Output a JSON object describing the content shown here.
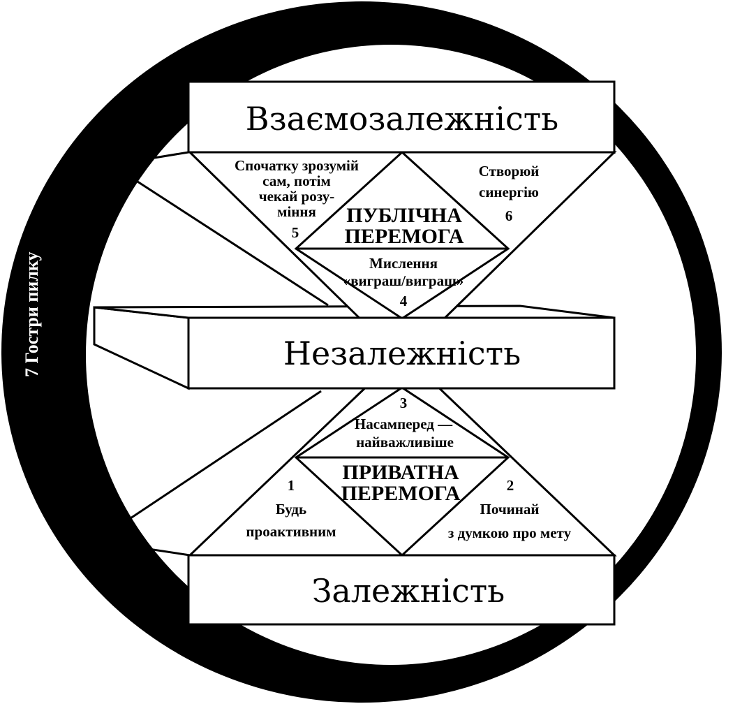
{
  "diagram": {
    "levels": {
      "top": "Взаємозалежність",
      "middle": "Незалежність",
      "bottom": "Залежність"
    },
    "victories": {
      "public": [
        "ПУБЛІЧНА",
        "ПЕРЕМОГА"
      ],
      "private": [
        "ПРИВАТНА",
        "ПЕРЕМОГА"
      ]
    },
    "habits": {
      "h1": {
        "number": "1",
        "lines": [
          "Будь",
          "проактивним"
        ]
      },
      "h2": {
        "number": "2",
        "lines": [
          "Починай",
          "з думкою про мету"
        ]
      },
      "h3": {
        "number": "3",
        "lines": [
          "Насамперед —",
          "найважливіше"
        ]
      },
      "h4": {
        "number": "4",
        "lines": [
          "Мислення",
          "«виграш/виграш»"
        ]
      },
      "h5": {
        "number": "5",
        "lines": [
          "Спочатку зрозумій",
          "сам, потім",
          "чекай розу-",
          "міння"
        ]
      },
      "h6": {
        "number": "6",
        "lines": [
          "Створюй",
          "синергію"
        ]
      },
      "h7": {
        "label": "7  Гостри пилку"
      }
    },
    "colors": {
      "ink": "#000000",
      "paper": "#ffffff"
    }
  }
}
